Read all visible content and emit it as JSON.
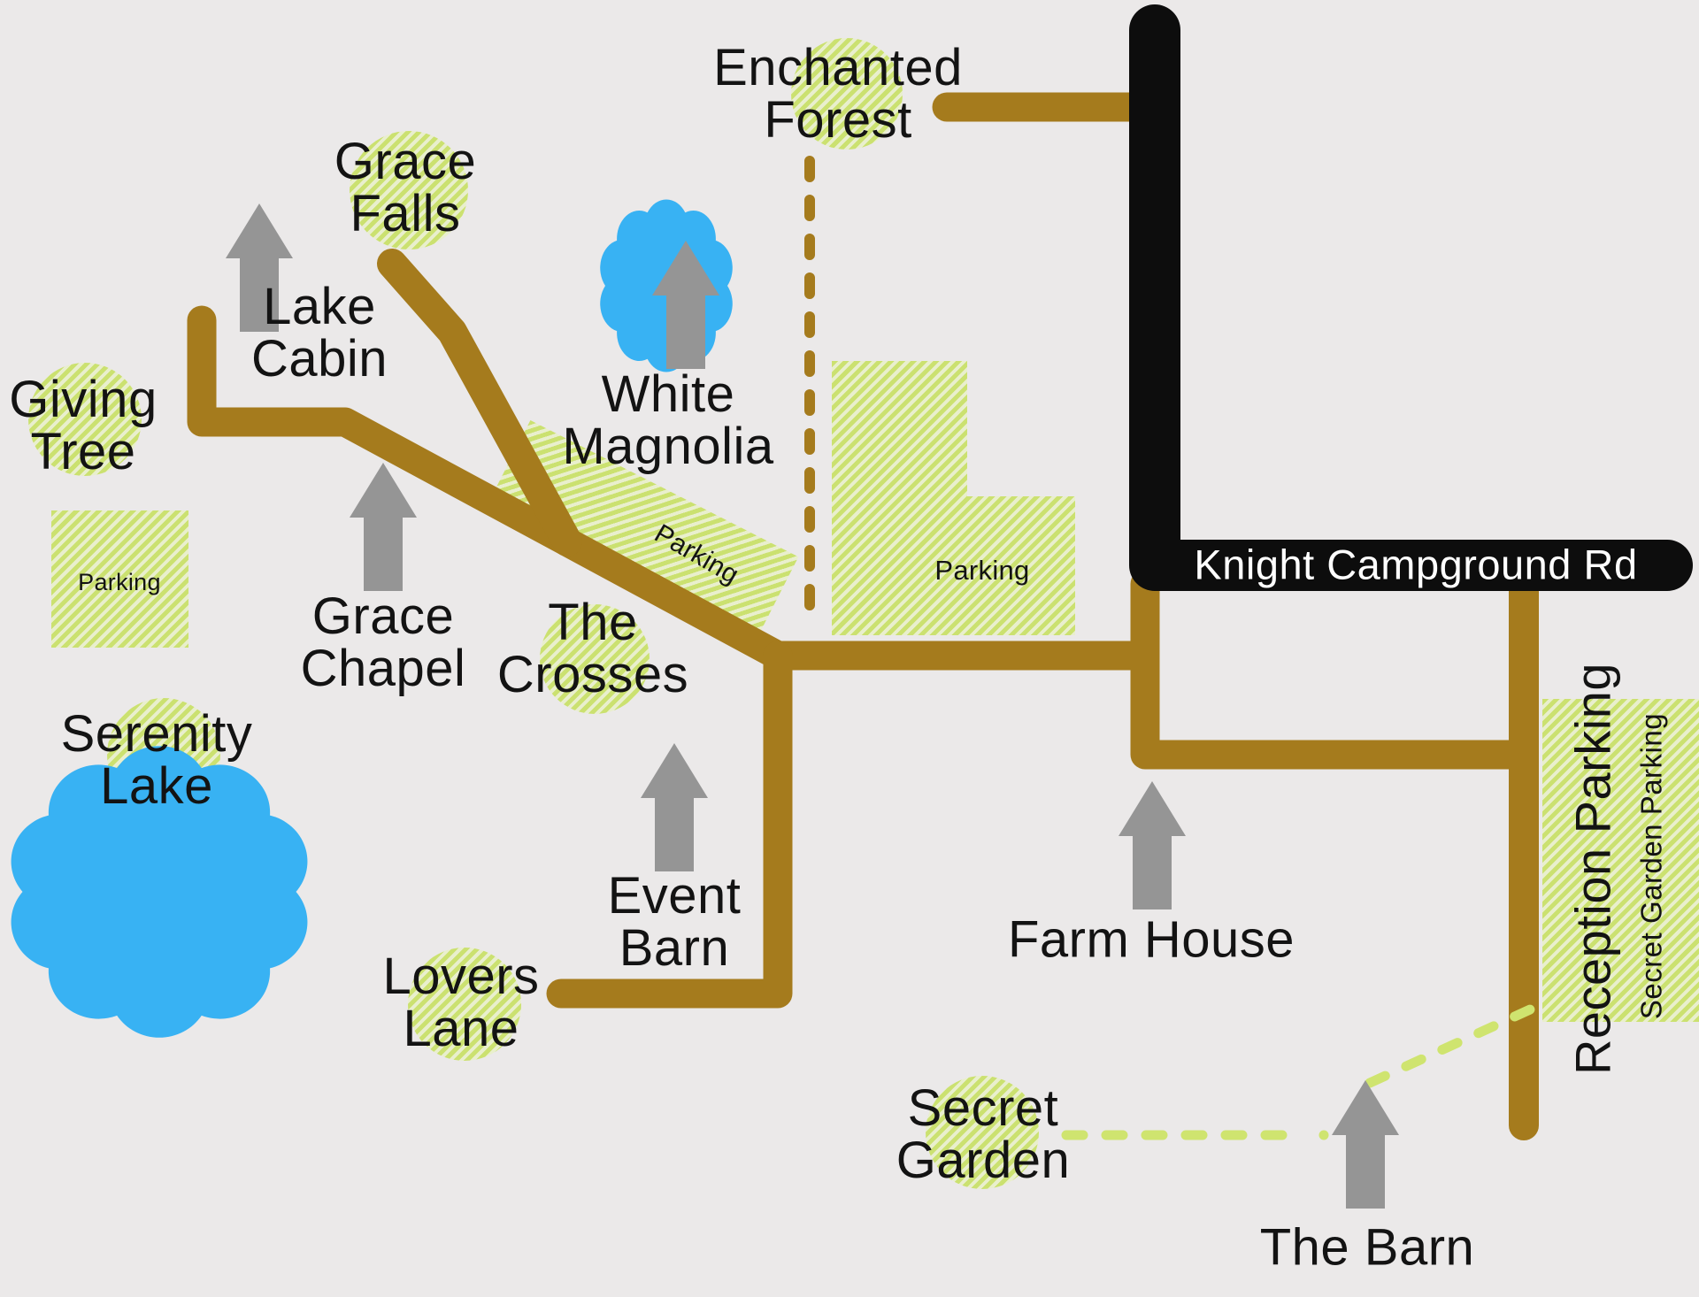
{
  "colors": {
    "bg": "#ebe9e9",
    "road_brown": "#a57b1d",
    "road_black": "#0d0d0d",
    "hatch_green": "#cbe170",
    "hatch_light": "#e9efcd",
    "lake_blue": "#38b2f3",
    "house_gray": "#959595",
    "trail_green": "#cfe46f",
    "text": "#131313",
    "road_text": "#ffffff"
  },
  "road": {
    "name": "Knight Campground Rd"
  },
  "labels": {
    "enchanted_forest": {
      "line1": "Enchanted",
      "line2": "Forest"
    },
    "grace_falls": {
      "line1": "Grace",
      "line2": "Falls"
    },
    "lake_cabin": {
      "line1": "Lake",
      "line2": "Cabin"
    },
    "giving_tree": {
      "line1": "Giving",
      "line2": "Tree"
    },
    "white_magnolia": {
      "line1": "White",
      "line2": "Magnolia"
    },
    "grace_chapel": {
      "line1": "Grace",
      "line2": "Chapel"
    },
    "the_crosses": {
      "line1": "The",
      "line2": "Crosses"
    },
    "serenity_lake": {
      "line1": "Serenity",
      "line2": "Lake"
    },
    "event_barn": {
      "line1": "Event",
      "line2": "Barn"
    },
    "lovers_lane": {
      "line1": "Lovers",
      "line2": "Lane"
    },
    "farm_house": {
      "text": "Farm House"
    },
    "secret_garden": {
      "line1": "Secret",
      "line2": "Garden"
    },
    "the_barn": {
      "text": "The Barn"
    }
  },
  "parking": {
    "west_lot": "Parking",
    "magnolia_lot": "Parking",
    "central_lot": "Parking",
    "reception": "Reception Parking",
    "secret_garden": "Secret Garden Parking"
  },
  "icons": {
    "houses": [
      "lake-cabin",
      "grace-chapel",
      "white-magnolia",
      "event-barn",
      "farm-house",
      "the-barn"
    ],
    "lakes": [
      "serenity-lake",
      "white-magnolia-pond"
    ]
  }
}
